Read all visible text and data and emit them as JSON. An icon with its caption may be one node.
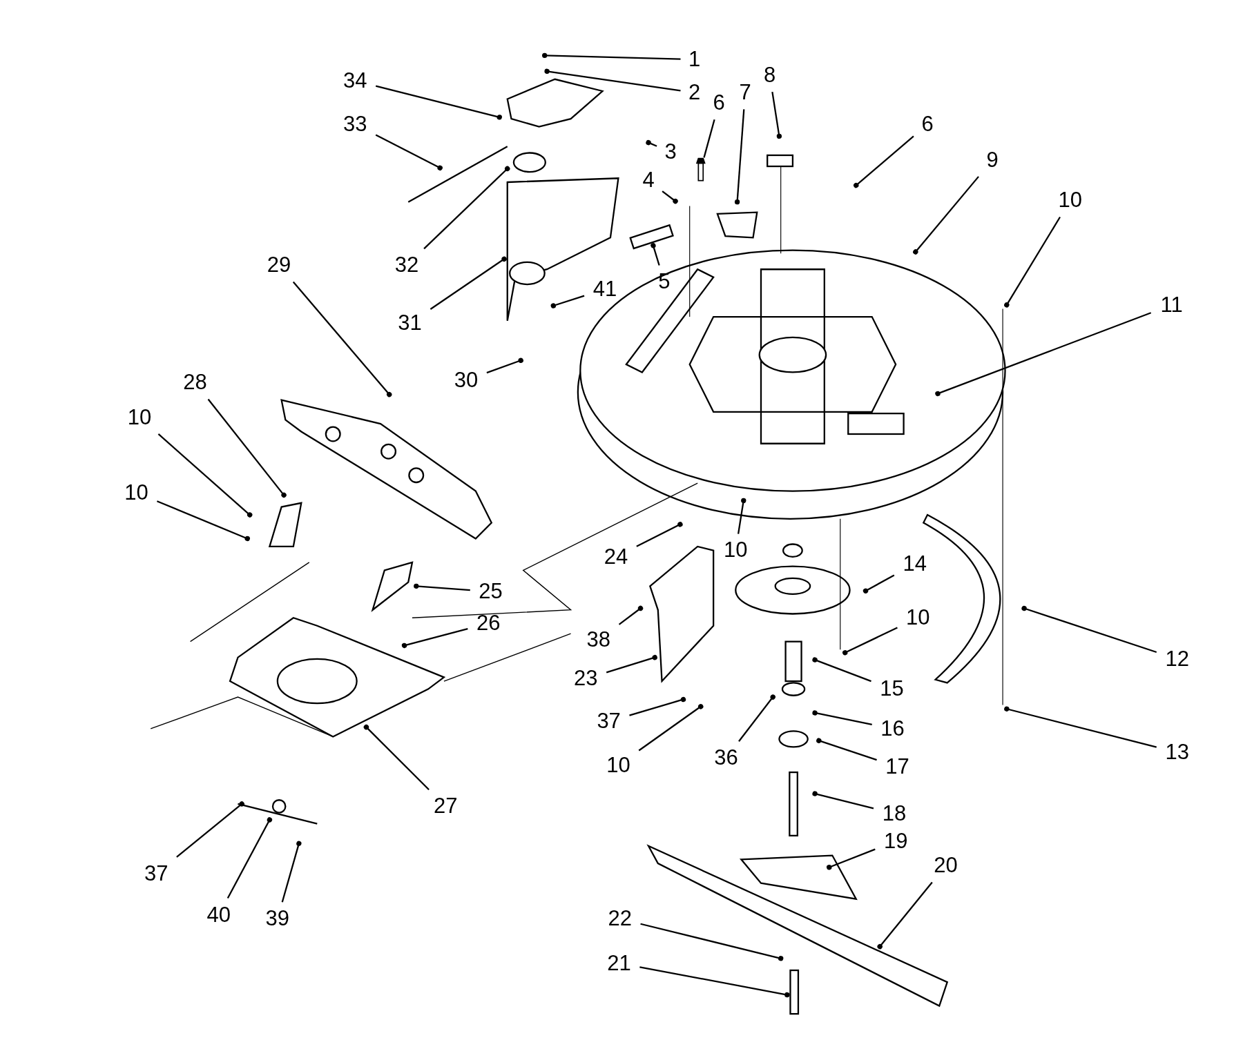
{
  "diagram": {
    "nodes": [
      {
        "text": [
          "1"
        ]
      },
      {
        "text": [
          "2"
        ]
      },
      {
        "text": [
          "34"
        ]
      },
      {
        "text": [
          "33"
        ]
      },
      {
        "text": [
          "3"
        ]
      },
      {
        "text": [
          "6"
        ]
      },
      {
        "text": [
          "7"
        ]
      },
      {
        "text": [
          "8"
        ]
      },
      {
        "text": [
          "6"
        ]
      },
      {
        "text": [
          "9"
        ]
      },
      {
        "text": [
          "10"
        ]
      },
      {
        "text": [
          "11"
        ]
      },
      {
        "text": [
          "4"
        ]
      },
      {
        "text": [
          "32"
        ]
      },
      {
        "text": [
          "5"
        ]
      },
      {
        "text": [
          "29"
        ]
      },
      {
        "text": [
          "31"
        ]
      },
      {
        "text": [
          "41"
        ]
      },
      {
        "text": [
          "30"
        ]
      },
      {
        "text": [
          "28"
        ]
      },
      {
        "text": [
          "10"
        ]
      },
      {
        "text": [
          "10"
        ]
      },
      {
        "text": [
          "24"
        ]
      },
      {
        "text": [
          "10"
        ]
      },
      {
        "text": [
          "25"
        ]
      },
      {
        "text": [
          "14"
        ]
      },
      {
        "text": [
          "26"
        ]
      },
      {
        "text": [
          "38"
        ]
      },
      {
        "text": [
          "10"
        ]
      },
      {
        "text": [
          "12"
        ]
      },
      {
        "text": [
          "23"
        ]
      },
      {
        "text": [
          "15"
        ]
      },
      {
        "text": [
          "37"
        ]
      },
      {
        "text": [
          "36"
        ]
      },
      {
        "text": [
          "16"
        ]
      },
      {
        "text": [
          "13"
        ]
      },
      {
        "text": [
          "10"
        ]
      },
      {
        "text": [
          "17"
        ]
      },
      {
        "text": [
          "27"
        ]
      },
      {
        "text": [
          "18"
        ]
      },
      {
        "text": [
          "19"
        ]
      },
      {
        "text": [
          "20"
        ]
      },
      {
        "text": [
          "37"
        ]
      },
      {
        "text": [
          "40"
        ]
      },
      {
        "text": [
          "39"
        ]
      },
      {
        "text": [
          "22"
        ]
      },
      {
        "text": [
          "21"
        ]
      },
      {
        "text": [],
        "shape": "screw"
      }
    ],
    "edges": [
      {
        "from": 0,
        "to": null,
        "arrow": "other"
      },
      {
        "from": 1,
        "to": null,
        "arrow": "other"
      },
      {
        "from": 2,
        "to": null,
        "arrow": "other"
      },
      {
        "from": 3,
        "to": null,
        "arrow": "other"
      },
      {
        "from": 4,
        "to": null,
        "arrow": "other"
      },
      {
        "from": 5,
        "to": 47,
        "arrow": "none"
      },
      {
        "from": 6,
        "to": null,
        "arrow": "other"
      },
      {
        "from": 7,
        "to": null,
        "arrow": "other"
      },
      {
        "from": 8,
        "to": null,
        "arrow": "other"
      },
      {
        "from": 9,
        "to": null,
        "arrow": "other"
      },
      {
        "from": 10,
        "to": null,
        "arrow": "other"
      },
      {
        "from": 11,
        "to": null,
        "arrow": "other"
      },
      {
        "from": 12,
        "to": null,
        "arrow": "other"
      },
      {
        "from": 13,
        "to": null,
        "arrow": "other"
      },
      {
        "from": 14,
        "to": null,
        "arrow": "other"
      },
      {
        "from": 15,
        "to": null,
        "arrow": "other"
      },
      {
        "from": 16,
        "to": null,
        "arrow": "other"
      },
      {
        "from": 17,
        "to": null,
        "arrow": "other"
      },
      {
        "from": 18,
        "to": null,
        "arrow": "other"
      },
      {
        "from": 19,
        "to": null,
        "arrow": "other"
      },
      {
        "from": 20,
        "to": null,
        "arrow": "other"
      },
      {
        "from": 21,
        "to": null,
        "arrow": "other"
      },
      {
        "from": 22,
        "to": null,
        "arrow": "other"
      },
      {
        "from": 23,
        "to": null,
        "arrow": "other"
      },
      {
        "from": 24,
        "to": null,
        "arrow": "other"
      },
      {
        "from": 25,
        "to": null,
        "arrow": "other"
      },
      {
        "from": 26,
        "to": null,
        "arrow": "other"
      },
      {
        "from": 27,
        "to": null,
        "arrow": "other"
      },
      {
        "from": 28,
        "to": null,
        "arrow": "other"
      },
      {
        "from": 29,
        "to": null,
        "arrow": "other"
      },
      {
        "from": 30,
        "to": null,
        "arrow": "other"
      },
      {
        "from": 31,
        "to": null,
        "arrow": "other"
      },
      {
        "from": 32,
        "to": null,
        "arrow": "other"
      },
      {
        "from": 33,
        "to": null,
        "arrow": "other"
      },
      {
        "from": 34,
        "to": null,
        "arrow": "other"
      },
      {
        "from": 35,
        "to": null,
        "arrow": "other"
      },
      {
        "from": 36,
        "to": null,
        "arrow": "other"
      },
      {
        "from": 37,
        "to": null,
        "arrow": "other"
      },
      {
        "from": 38,
        "to": null,
        "arrow": "other"
      },
      {
        "from": 39,
        "to": null,
        "arrow": "other"
      },
      {
        "from": 40,
        "to": null,
        "arrow": "other"
      },
      {
        "from": 41,
        "to": null,
        "arrow": "other"
      },
      {
        "from": 42,
        "to": null,
        "arrow": "other"
      },
      {
        "from": 43,
        "to": null,
        "arrow": "other"
      },
      {
        "from": 44,
        "to": null,
        "arrow": "other"
      },
      {
        "from": 45,
        "to": null,
        "arrow": "other"
      },
      {
        "from": 46,
        "to": null,
        "arrow": "other"
      }
    ]
  }
}
